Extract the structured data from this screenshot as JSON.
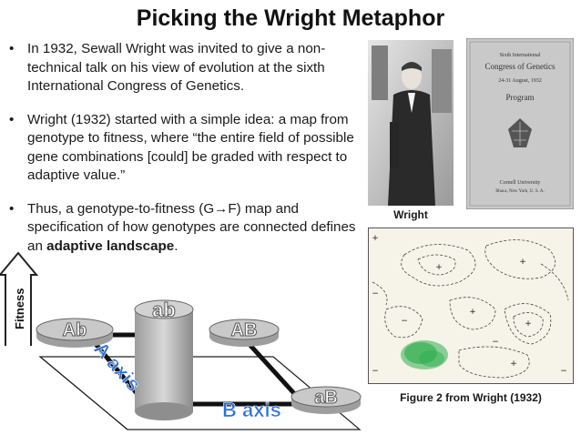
{
  "title": "Picking the Wright Metaphor",
  "bullets": [
    {
      "marker": "•",
      "text": "In 1932, Sewall Wright was invited to give a non-technical talk on his view of evolution at the sixth International Congress of Genetics."
    },
    {
      "marker": "•",
      "text": "Wright (1932) started with a simple idea: a map from genotype to fitness, where “the entire field of possible gene combinations [could] be graded with respect to adaptive value.”"
    },
    {
      "marker": "•",
      "text_before": "Thus, a genotype-to-fitness (G→F) map and specification of how genotypes are connected defines an ",
      "text_bold": "adaptive landscape",
      "text_after": "."
    }
  ],
  "photo_caption": "Wright",
  "program_cover": {
    "line1": "Sixth International",
    "line2": "Congress of Genetics",
    "line3": "24-31 August, 1932",
    "line4": "Program",
    "line5": "Cornell University",
    "line6": "Ithaca, New York, U. S. A."
  },
  "figure_caption": "Figure 2 from Wright (1932)",
  "diagram": {
    "fitness_label": "Fitness",
    "node_ab": "ab",
    "node_Ab": "Ab",
    "node_AB": "AB",
    "node_aB": "aB",
    "a_axis": "A axis",
    "b_axis": "B axis"
  },
  "fig2_marks": {
    "plus": "+",
    "minus": "−"
  },
  "colors": {
    "text": "#1a1a1a",
    "axis_label": "#2f6fd8",
    "program_bg": "#c9c9c9",
    "landscape_peak": "#2fae4f"
  }
}
